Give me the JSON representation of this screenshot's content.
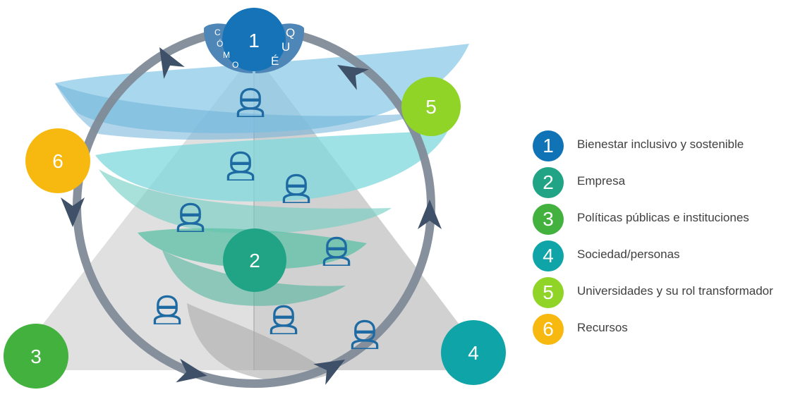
{
  "diagram": {
    "top_node": {
      "number": "1",
      "left_word": "CÓMO",
      "right_word": "QUÉ"
    },
    "nodes": [
      {
        "number": "2",
        "color": "#21a485"
      },
      {
        "number": "3",
        "color": "#42b13e"
      },
      {
        "number": "4",
        "color": "#0fa5a8"
      },
      {
        "number": "5",
        "color": "#8fd427"
      },
      {
        "number": "6",
        "color": "#f7b90f"
      }
    ]
  },
  "legend": {
    "items": [
      {
        "number": "1",
        "label": "Bienestar inclusivo y sostenible",
        "color": "#0f73b6"
      },
      {
        "number": "2",
        "label": "Empresa",
        "color": "#21a485"
      },
      {
        "number": "3",
        "label": "Políticas  públicas e instituciones",
        "color": "#42b13e"
      },
      {
        "number": "4",
        "label": "Sociedad/personas",
        "color": "#0fa5a8"
      },
      {
        "number": "5",
        "label": "Universidades y su rol transformador",
        "color": "#8fd427"
      },
      {
        "number": "6",
        "label": "Recursos",
        "color": "#f7b90f"
      }
    ]
  },
  "icon_name": "person-icon"
}
